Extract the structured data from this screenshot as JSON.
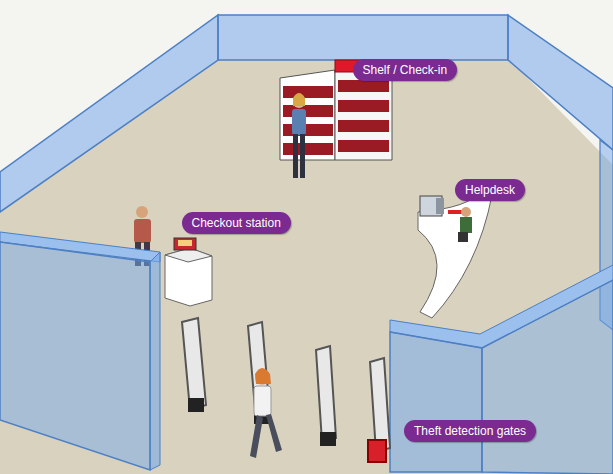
{
  "diagram": {
    "nodes": [
      {
        "text": [
          "Shelf / Check-in"
        ]
      },
      {
        "text": [
          "Helpdesk"
        ]
      },
      {
        "text": [
          "Checkout station"
        ]
      },
      {
        "text": [
          "Theft detection gates"
        ]
      }
    ]
  }
}
